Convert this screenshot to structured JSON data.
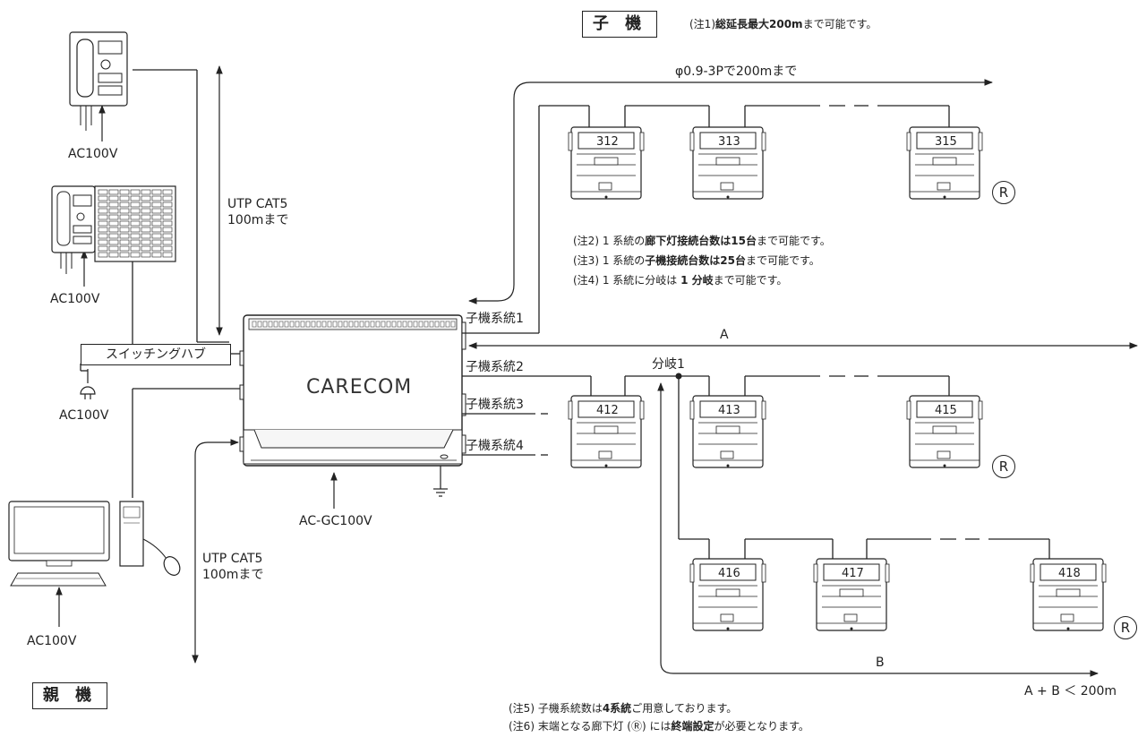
{
  "labels": {
    "child_box": "子 機",
    "parent_box": "親 機",
    "cable_spec": "φ0.9-3Pで200mまで",
    "utp_top_1": "UTP CAT5",
    "utp_top_2": "100mまで",
    "utp_bottom_1": "UTP CAT5",
    "utp_bottom_2": "100mまで",
    "ac_phone": "AC100V",
    "ac_console": "AC100V",
    "ac_hub": "AC100V",
    "ac_pc": "AC100V",
    "switching_hub": "スイッチングハブ",
    "controller_brand": "CARECOM",
    "controller_model": "AC-GC100V",
    "system1": "子機系統1",
    "system2": "子機系統2",
    "system3": "子機系統3",
    "system4": "子機系統4",
    "branch1": "分岐1",
    "span_a": "A",
    "span_b": "B",
    "a_plus_b": "A + B ＜ 200m",
    "termination_mark": "R"
  },
  "notes": {
    "n1_pre": "(注1)",
    "n1_bold": "総延長最大200m",
    "n1_post": "まで可能です。",
    "n2_pre": "(注2) 1 系統の",
    "n2_bold": "廊下灯接続台数は15台",
    "n2_post": "まで可能です。",
    "n3_pre": "(注3) 1 系統の",
    "n3_bold": "子機接続台数は25台",
    "n3_post": "まで可能です。",
    "n4_pre": "(注4) 1 系統に分岐は ",
    "n4_bold": "1 分岐",
    "n4_post": "まで可能です。",
    "n5_pre": "(注5) 子機系統数は",
    "n5_bold": "4系統",
    "n5_post": "ご用意しております。",
    "n6_pre": "(注6) 末端となる廊下灯 (Ⓡ) には",
    "n6_bold": "終端設定",
    "n6_post": "が必要となります。"
  },
  "units": {
    "u312": "312",
    "u313": "313",
    "u315": "315",
    "u412": "412",
    "u413": "413",
    "u415": "415",
    "u416": "416",
    "u417": "417",
    "u418": "418"
  }
}
